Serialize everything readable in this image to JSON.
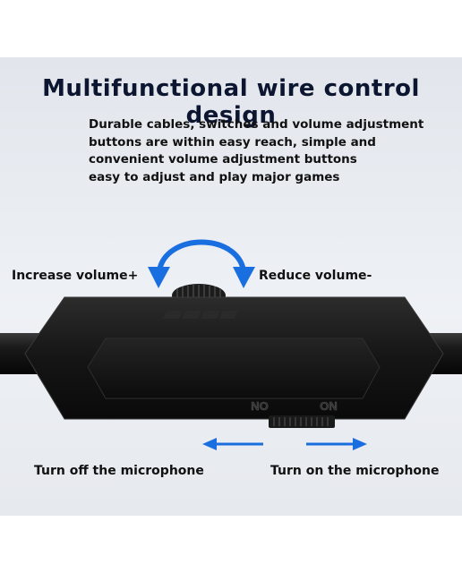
{
  "title": "Multifunctional wire control design",
  "description": [
    "Durable cables, switches and volume adjustment",
    "buttons are within easy reach, simple and",
    "convenient volume adjustment buttons",
    "easy to adjust and play major games"
  ],
  "labels": {
    "increase_volume": "Increase volume+",
    "reduce_volume": "Reduce volume-",
    "mic_off": "Turn off the microphone",
    "mic_on": "Turn on the microphone"
  },
  "switch_marks": {
    "off": "NO",
    "on": "ON"
  },
  "colors": {
    "title": "#0d1630",
    "arrow": "#1a6fe0",
    "body": "#141414",
    "background": "#e6e9ee"
  }
}
